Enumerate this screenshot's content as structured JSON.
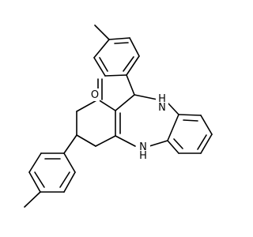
{
  "molecule": {
    "atom_labels": {
      "carbonyl_oxygen": "O",
      "nh_top": "H",
      "n_top": "N",
      "nh_bottom": "H",
      "n_bottom": "N"
    }
  }
}
